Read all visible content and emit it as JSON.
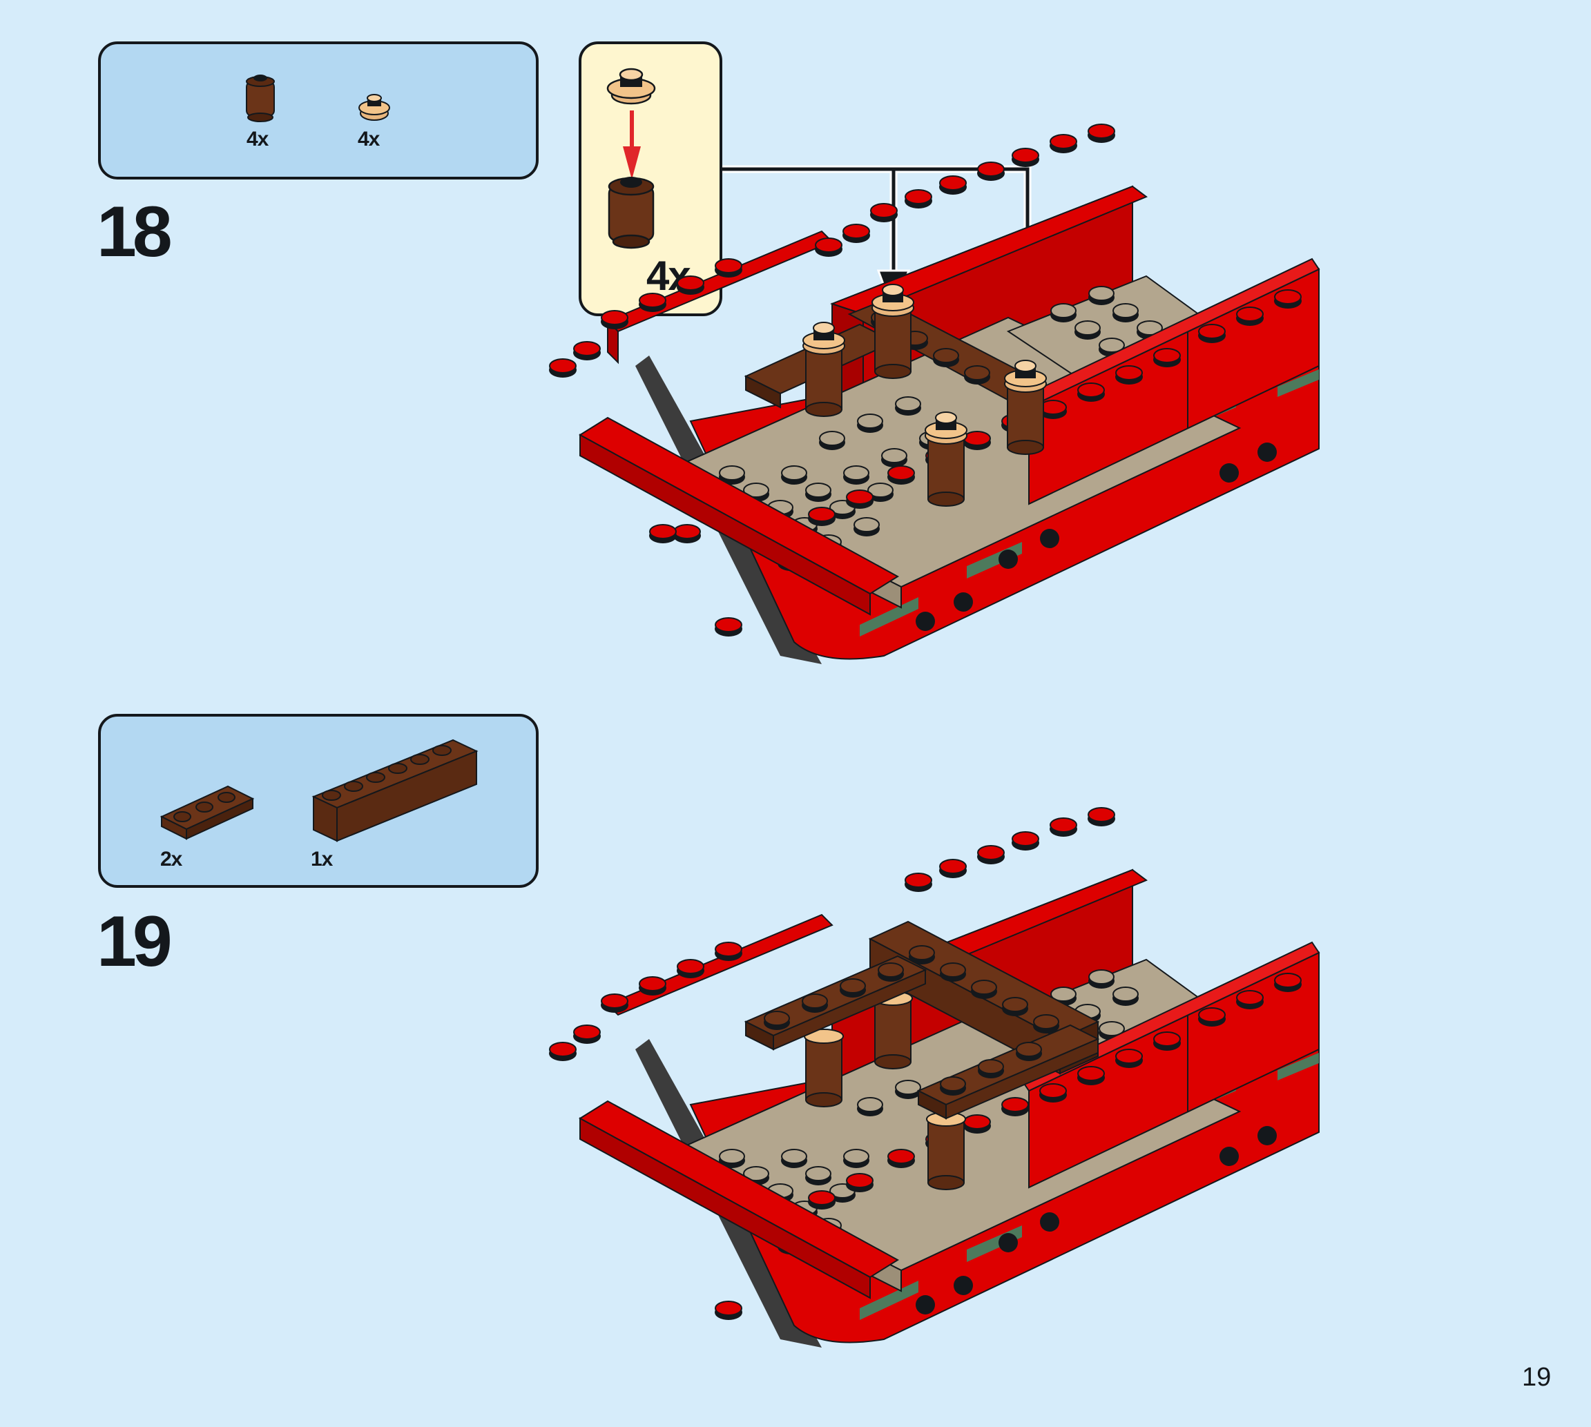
{
  "page": {
    "number": "19",
    "background_color": "#d6ecfa"
  },
  "colors": {
    "parts_box_fill": "#b3d8f2",
    "sub_box_fill": "#fef6cf",
    "outline": "#14181c",
    "red": "#dd0000",
    "reddish_brown": "#6b3418",
    "light_nougat": "#f2c48a",
    "dark_tan": "#b3a68e",
    "dark_green": "#4d7a5c",
    "arrow_red": "#e0262a"
  },
  "steps": [
    {
      "number": "18",
      "parts": [
        {
          "name": "brick-round-1x1-reddish-brown",
          "quantity": "4x"
        },
        {
          "name": "plate-round-1x1-light-nougat",
          "quantity": "4x"
        }
      ],
      "sub_assembly": {
        "quantity": "4x",
        "description": "round plate onto round brick",
        "callout_targets": 2
      }
    },
    {
      "number": "19",
      "parts": [
        {
          "name": "plate-1x3-reddish-brown",
          "quantity": "2x"
        },
        {
          "name": "brick-1x6-reddish-brown",
          "quantity": "1x"
        }
      ]
    }
  ]
}
